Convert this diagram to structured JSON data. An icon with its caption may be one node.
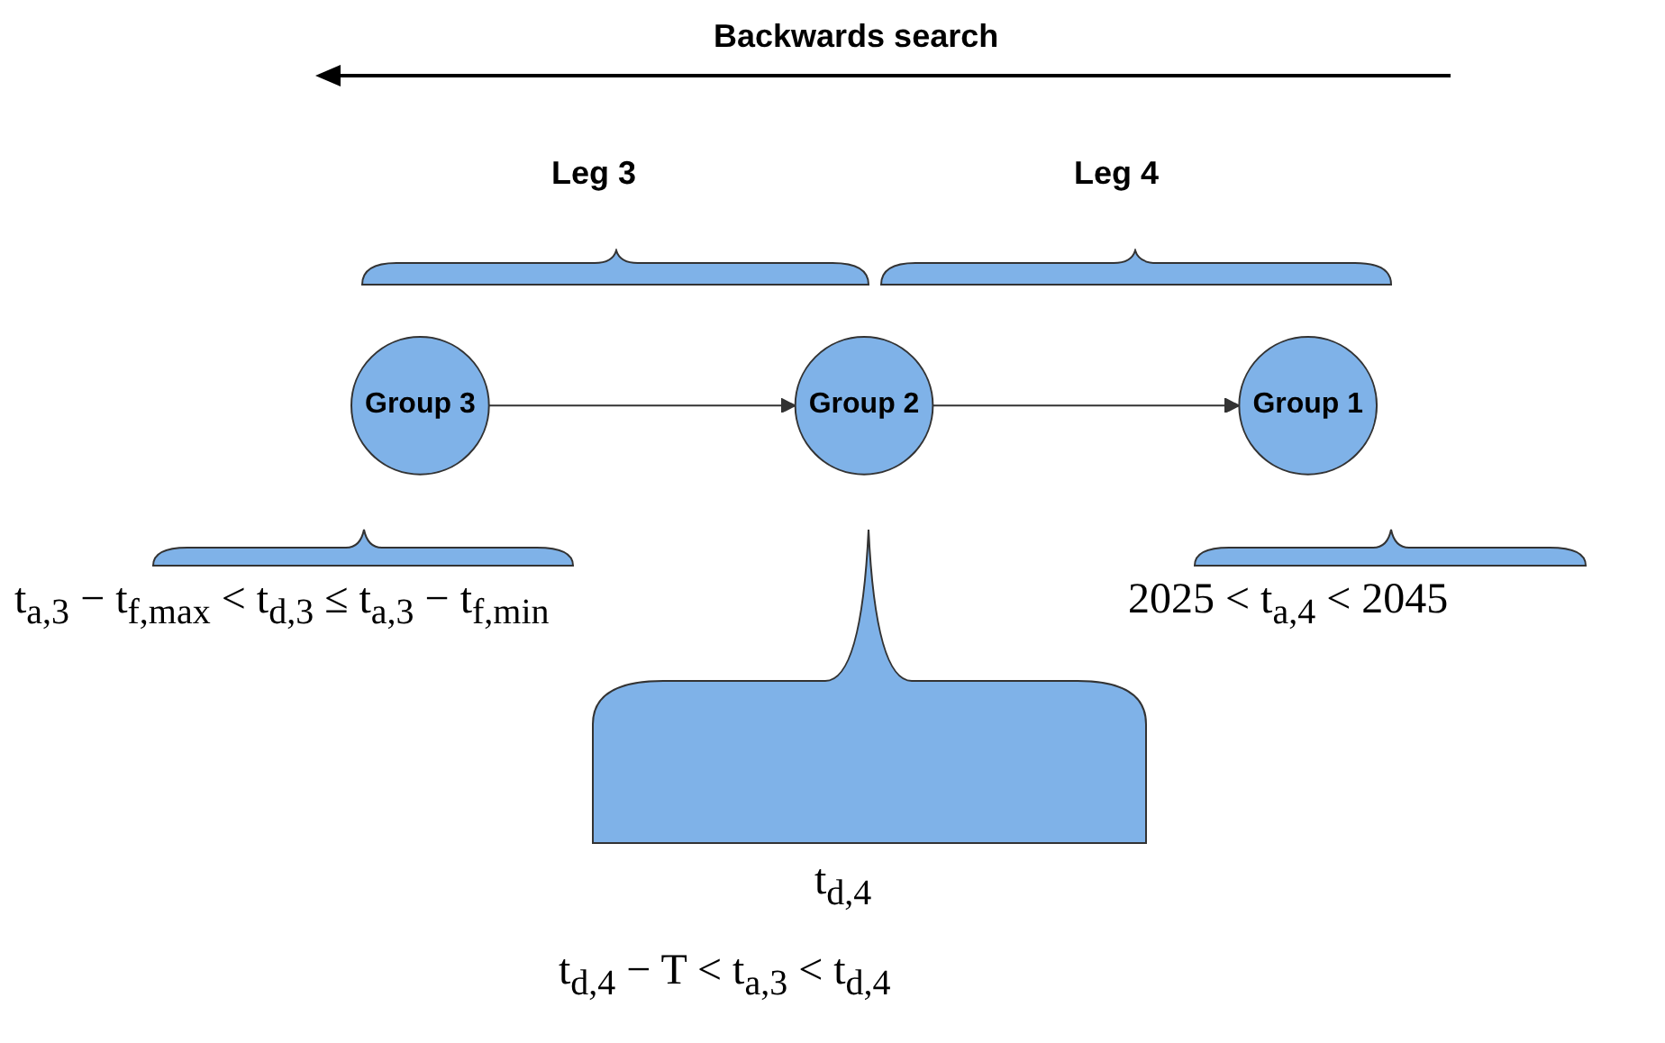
{
  "diagram": {
    "nodes": [
      {
        "text": [
          "Group 3"
        ]
      },
      {
        "text": [
          "Group 2"
        ]
      },
      {
        "text": [
          "Group 1"
        ]
      }
    ],
    "edges": [
      {
        "from": 0,
        "to": 1,
        "arrow": "to"
      },
      {
        "from": 1,
        "to": 2,
        "arrow": "to"
      }
    ],
    "labels": [
      "Backwards search",
      "Leg 3",
      "Leg 4",
      "t$_{a,3}$ − t$_{f,max}$ < t$_{d,3}$ ≤ t$_{a,3}$ − t$_{f,min}$",
      "2025 < t$_{a,4}$ < 2045",
      "t$_{d,4}$",
      "t$_{d,4}$ − T < t$_{a,3}$ < t$_{d,4}$"
    ]
  }
}
